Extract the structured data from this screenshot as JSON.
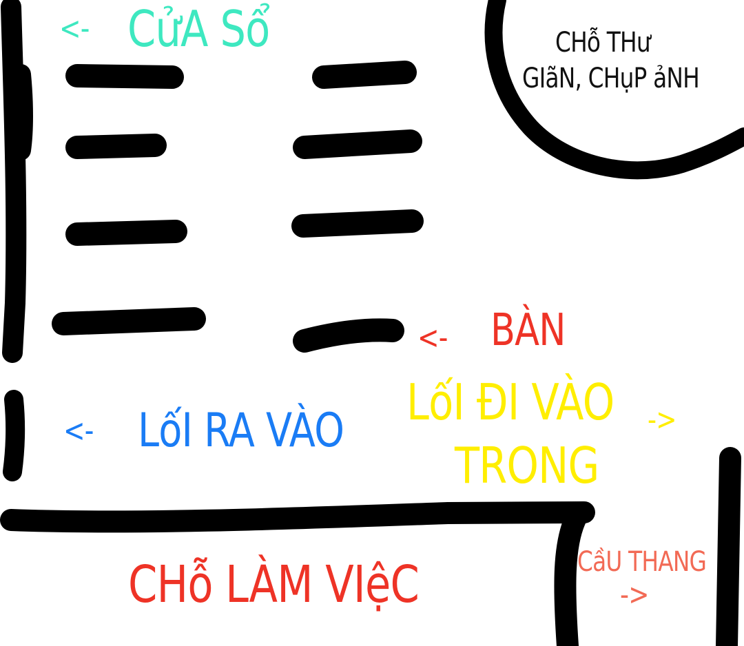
{
  "colors": {
    "stroke": "#000000",
    "window": "#3ee8c0",
    "relax": "#111111",
    "table": "#ee3326",
    "inside": "#ffee00",
    "entrance": "#1a7cf5",
    "work": "#ee3326",
    "stairs": "#f26a55"
  },
  "labels": {
    "window_arrow": "<-",
    "window": "CửA Sổ",
    "relax_line1": "CHỗ THư",
    "relax_line2": "GIãN, CHụP ảNH",
    "table_arrow": "<-",
    "table": "BÀN",
    "inside_line1": "LốI ĐI VÀO",
    "inside_line2": "TRONG",
    "inside_arrow": "->",
    "entrance_arrow": "<-",
    "entrance": "LốI RA VÀO",
    "work": "CHỗ LÀM VIệC",
    "stairs": "CầU THANG",
    "stairs_arrow": "->"
  }
}
